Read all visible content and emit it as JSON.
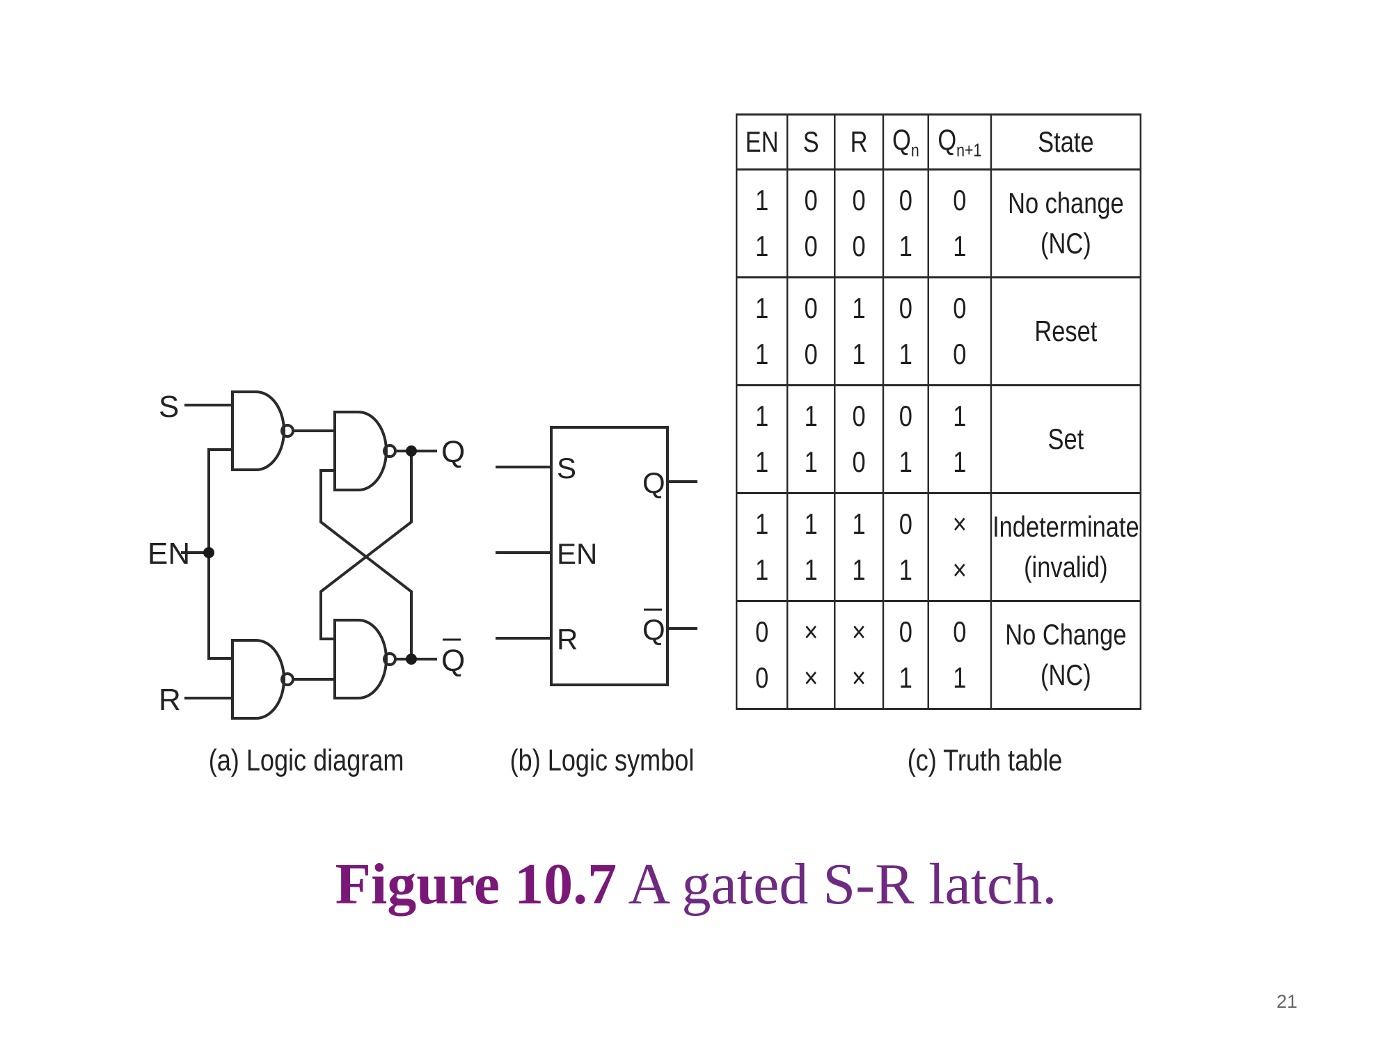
{
  "logic_diagram": {
    "input_s": "S",
    "input_en": "EN",
    "input_r": "R",
    "output_q": "Q",
    "output_qbar": "Q"
  },
  "logic_symbol": {
    "pin_s": "S",
    "pin_en": "EN",
    "pin_r": "R",
    "pin_q": "Q",
    "pin_qbar": "Q"
  },
  "truth_table": {
    "headers": [
      "EN",
      "S",
      "R",
      "Q",
      "Q",
      "State"
    ],
    "header_subscripts": [
      "",
      "",
      "",
      "n",
      "n+1",
      ""
    ],
    "groups": [
      {
        "en": [
          "1",
          "1"
        ],
        "s": [
          "0",
          "0"
        ],
        "r": [
          "0",
          "0"
        ],
        "qn": [
          "0",
          "1"
        ],
        "qn1": [
          "0",
          "1"
        ],
        "state": [
          "No change (NC)"
        ]
      },
      {
        "en": [
          "1",
          "1"
        ],
        "s": [
          "0",
          "0"
        ],
        "r": [
          "1",
          "1"
        ],
        "qn": [
          "0",
          "1"
        ],
        "qn1": [
          "0",
          "0"
        ],
        "state": [
          "Reset"
        ]
      },
      {
        "en": [
          "1",
          "1"
        ],
        "s": [
          "1",
          "1"
        ],
        "r": [
          "0",
          "0"
        ],
        "qn": [
          "0",
          "1"
        ],
        "qn1": [
          "1",
          "1"
        ],
        "state": [
          "Set"
        ]
      },
      {
        "en": [
          "1",
          "1"
        ],
        "s": [
          "1",
          "1"
        ],
        "r": [
          "1",
          "1"
        ],
        "qn": [
          "0",
          "1"
        ],
        "qn1": [
          "×",
          "×"
        ],
        "state": [
          "Indeterminate",
          "(invalid)"
        ]
      },
      {
        "en": [
          "0",
          "0"
        ],
        "s": [
          "×",
          "×"
        ],
        "r": [
          "×",
          "×"
        ],
        "qn": [
          "0",
          "1"
        ],
        "qn1": [
          "0",
          "1"
        ],
        "state": [
          "No Change (NC)"
        ]
      }
    ]
  },
  "captions": {
    "a": "(a) Logic diagram",
    "b": "(b) Logic symbol",
    "c": "(c) Truth table"
  },
  "figure": {
    "number": "Figure 10.7",
    "text": "A gated S-R latch."
  },
  "page_number": "21"
}
